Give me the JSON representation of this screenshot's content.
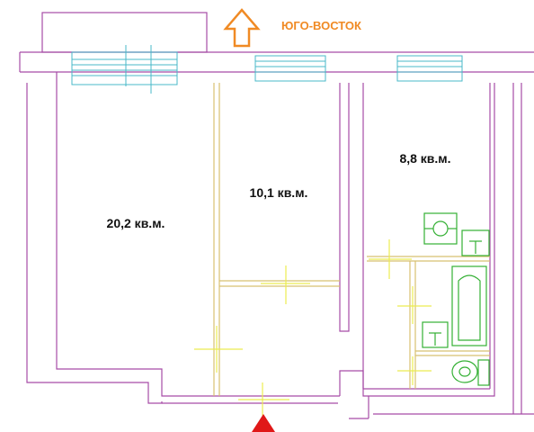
{
  "colors": {
    "wall": "#a64ca6",
    "partition": "#d8c070",
    "window": "#49b8c8",
    "door": "#ecec50",
    "fixture": "#34b034",
    "compass": "#f08a24",
    "entrance": "#e01818"
  },
  "compass": {
    "label": "ЮГО-ВОСТОК",
    "icon": "north-arrow-icon"
  },
  "rooms": [
    {
      "id": "room-large",
      "area": "20,2 кв.м."
    },
    {
      "id": "room-middle",
      "area": "10,1 кв.м."
    },
    {
      "id": "kitchen",
      "area": "8,8 кв.м."
    }
  ],
  "fixtures": {
    "stove": "stove-icon",
    "sink": "sink-icon",
    "bathtub": "bathtub-icon",
    "washbasin": "washbasin-icon",
    "toilet": "toilet-icon"
  },
  "entrance": {
    "icon": "entrance-arrow-icon"
  }
}
